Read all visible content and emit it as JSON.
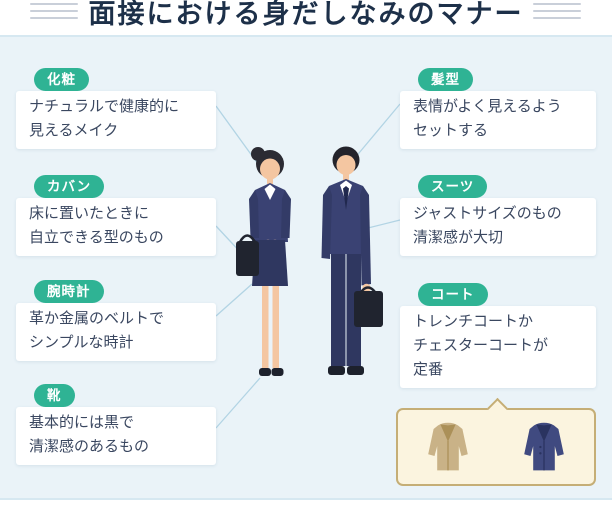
{
  "header": {
    "title": "面接における身だしなみのマナー"
  },
  "cards": {
    "left": [
      {
        "label": "化粧",
        "text": "ナチュラルで健康的に\n見えるメイク"
      },
      {
        "label": "カバン",
        "text": "床に置いたときに\n自立できる型のもの"
      },
      {
        "label": "腕時計",
        "text": "革か金属のベルトで\nシンプルな時計"
      },
      {
        "label": "靴",
        "text": "基本的には黒で\n清潔感のあるもの"
      }
    ],
    "right": [
      {
        "label": "髪型",
        "text": "表情がよく見えるよう\nセットする"
      },
      {
        "label": "スーツ",
        "text": "ジャストサイズのもの\n清潔感が大切"
      },
      {
        "label": "コート",
        "text": "トレンチコートか\nチェスターコートが\n定番"
      }
    ]
  },
  "icons": {
    "trench_coat": "trench-coat-icon",
    "chester_coat": "chester-coat-icon",
    "woman": "woman-illustration",
    "man": "man-illustration"
  },
  "colors": {
    "background": "#eaf3f8",
    "header_bg": "#ffffff",
    "divider": "#d6e8f1",
    "title_text": "#1d3049",
    "card_bg": "#ffffff",
    "card_text": "#3a4760",
    "pill_bg": "#2fb394",
    "pill_text": "#ffffff",
    "connector": "#b2d4e4",
    "coatbox_bg": "#fbf4df",
    "coatbox_border": "#c5ae76",
    "trench_coat": "#c9b287",
    "chester_coat": "#404a80",
    "suit_navy": "#3a4273",
    "skin": "#f4c6a1",
    "hair": "#2b2b33"
  }
}
